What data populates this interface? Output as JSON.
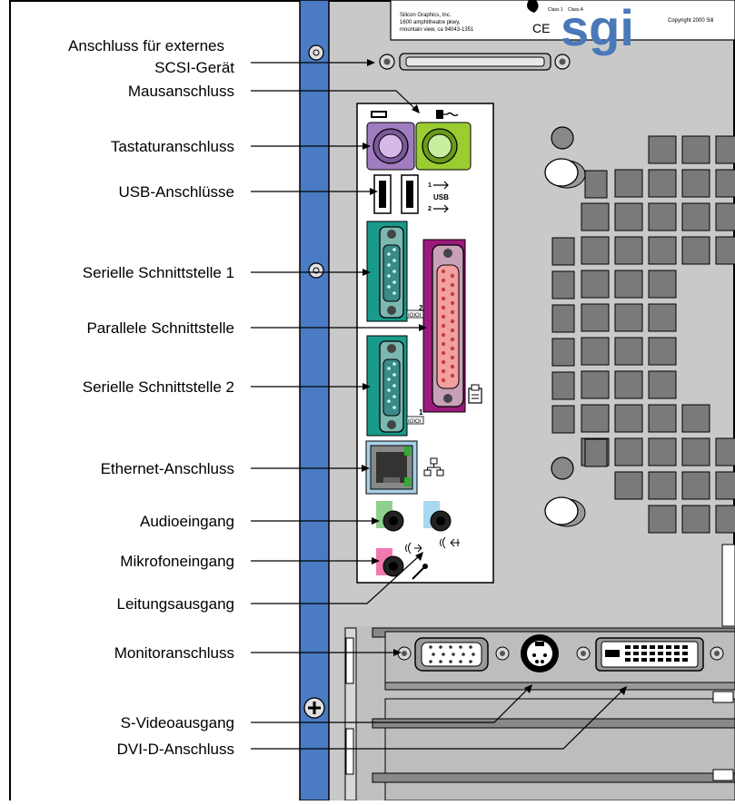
{
  "labels": {
    "scsi_line1": "Anschluss für externes",
    "scsi_line2": "SCSI-Gerät",
    "mouse": "Mausanschluss",
    "keyboard": "Tastaturanschluss",
    "usb": "USB-Anschlüsse",
    "serial1": "Serielle Schnittstelle 1",
    "parallel": "Parallele Schnittstelle",
    "serial2": "Serielle Schnittstelle 2",
    "ethernet": "Ethernet-Anschluss",
    "audio_in": "Audioeingang",
    "mic_in": "Mikrofoneingang",
    "line_out": "Leitungsausgang",
    "monitor": "Monitoranschluss",
    "svideo": "S-Videoausgang",
    "dvi": "DVI-D-Anschluss"
  },
  "label_plate": {
    "company": "Silicon Graphics, Inc.",
    "address1": "1600 amphitheatre pkwy,",
    "address2": "mountain view, ca 94043-1351",
    "class1": "Class 1",
    "classA": "Class A",
    "ce": "CE",
    "logo": "sgi",
    "copyright": "Copyright 2000 Sili"
  },
  "port_markings": {
    "usb_text": "USB",
    "usb_1": "1",
    "usb_2": "2",
    "serial_num_2": "2",
    "serial_num_1": "1",
    "serial_symbol": "IOIOI"
  },
  "colors": {
    "blue_rail": "#4a7bc4",
    "chassis": "#c8c8c8",
    "keyboard_port": "#a07cc0",
    "mouse_port": "#9acd32",
    "serial_port": "#1a9a8a",
    "parallel_port": "#9b1a7c",
    "parallel_pins": "#f4a0a0",
    "audio_in": "#8fd08f",
    "line_out": "#a8d8f0",
    "mic_in": "#f07ab0",
    "ethernet": "#a8d0e8"
  }
}
